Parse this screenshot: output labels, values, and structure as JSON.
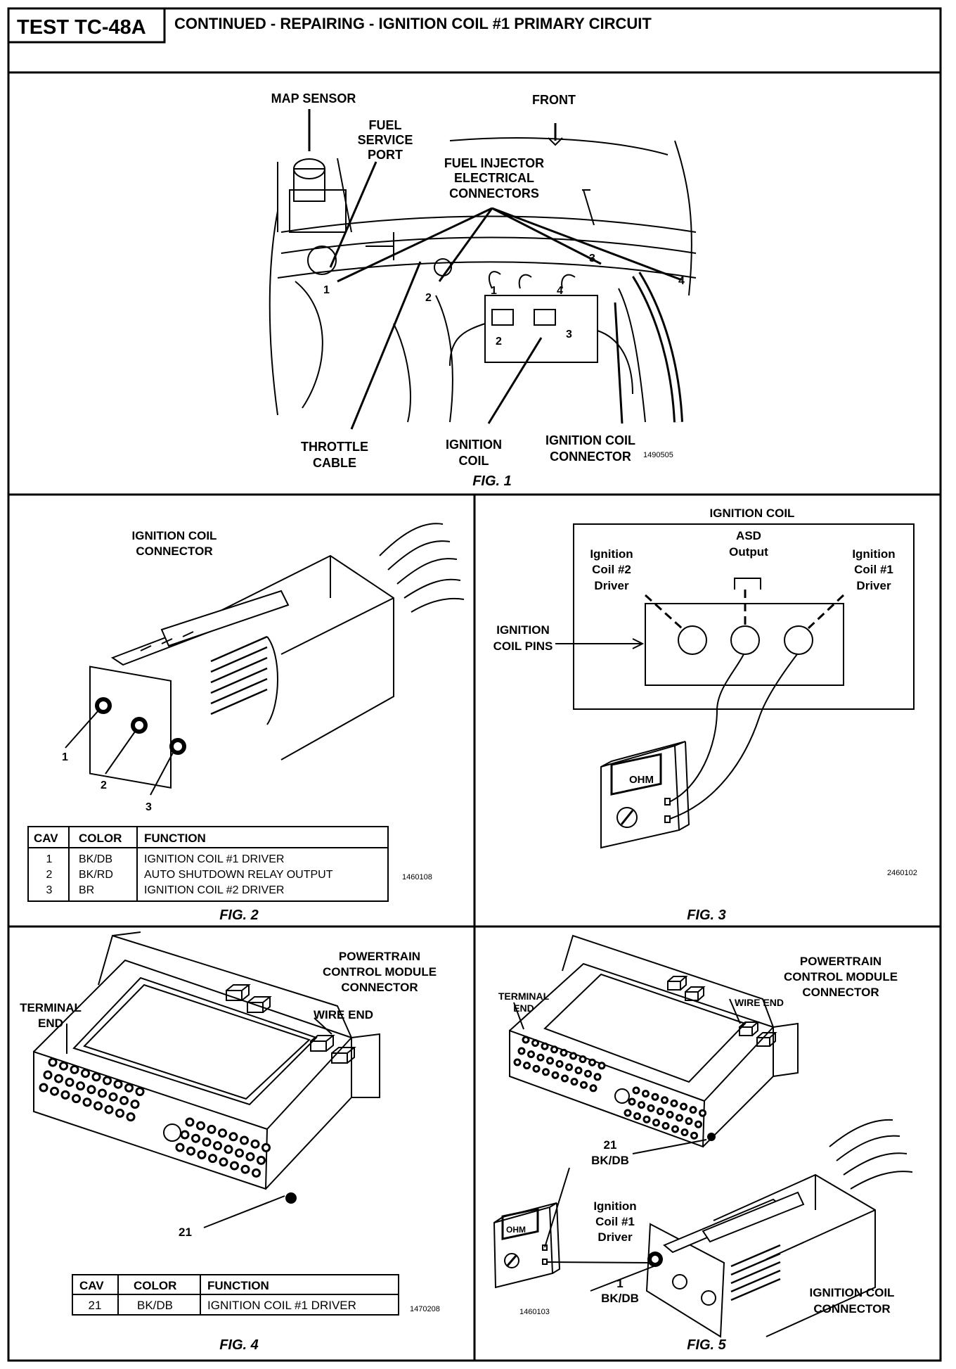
{
  "header": {
    "test_id": "TEST TC-48A",
    "title": "CONTINUED -  REPAIRING - IGNITION COIL #1 PRIMARY CIRCUIT"
  },
  "fig1": {
    "caption": "FIG. 1",
    "code": "1490505",
    "labels": {
      "map_sensor": "MAP SENSOR",
      "fuel_service_port": [
        "FUEL",
        "SERVICE",
        "PORT"
      ],
      "front": "FRONT",
      "fuel_injector_connectors": [
        "FUEL INJECTOR",
        "ELECTRICAL",
        "CONNECTORS"
      ],
      "throttle_cable": [
        "THROTTLE",
        "CABLE"
      ],
      "ignition_coil": [
        "IGNITION",
        "COIL"
      ],
      "ignition_coil_connector": [
        "IGNITION COIL",
        "CONNECTOR"
      ]
    },
    "numbers": [
      "1",
      "2",
      "3",
      "4"
    ]
  },
  "fig2": {
    "caption": "FIG. 2",
    "code": "1460108",
    "title": [
      "IGNITION COIL",
      "CONNECTOR"
    ],
    "pin_labels": [
      "1",
      "2",
      "3"
    ],
    "table": {
      "headers": [
        "CAV",
        "COLOR",
        "FUNCTION"
      ],
      "rows": [
        [
          "1",
          "BK/DB",
          "IGNITION COIL #1 DRIVER"
        ],
        [
          "2",
          "BK/RD",
          "AUTO SHUTDOWN RELAY OUTPUT"
        ],
        [
          "3",
          "BR",
          "IGNITION COIL #2 DRIVER"
        ]
      ]
    }
  },
  "fig3": {
    "caption": "FIG. 3",
    "code": "2460102",
    "title": "IGNITION COIL",
    "asd": [
      "ASD",
      "Output"
    ],
    "coil2": [
      "Ignition",
      "Coil #2",
      "Driver"
    ],
    "coil1": [
      "Ignition",
      "Coil #1",
      "Driver"
    ],
    "pins": [
      "IGNITION",
      "COIL PINS"
    ],
    "meter": "OHM"
  },
  "fig4": {
    "caption": "FIG. 4",
    "code": "1470208",
    "title": [
      "POWERTRAIN",
      "CONTROL MODULE",
      "CONNECTOR"
    ],
    "terminal_end": [
      "TERMINAL",
      "END"
    ],
    "wire_end": "WIRE  END",
    "pin": "21",
    "table": {
      "headers": [
        "CAV",
        "COLOR",
        "FUNCTION"
      ],
      "rows": [
        [
          "21",
          "BK/DB",
          "IGNITION COIL #1 DRIVER"
        ]
      ]
    }
  },
  "fig5": {
    "caption": "FIG. 5",
    "code": "1460103",
    "title": [
      "POWERTRAIN",
      "CONTROL MODULE",
      "CONNECTOR"
    ],
    "terminal_end": [
      "TERMINAL",
      "END"
    ],
    "wire_end": "WIRE  END",
    "pin21": [
      "21",
      "BK/DB"
    ],
    "coil1": [
      "Ignition",
      "Coil #1",
      "Driver"
    ],
    "pin1": [
      "1",
      "BK/DB"
    ],
    "connector": [
      "IGNITION COIL",
      "CONNECTOR"
    ],
    "meter": "OHM"
  }
}
